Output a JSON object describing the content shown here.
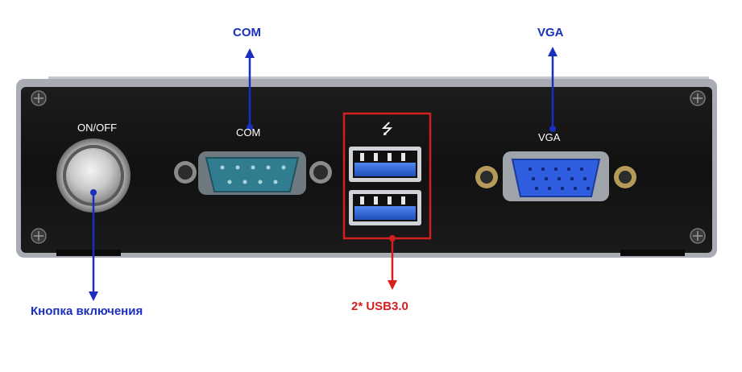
{
  "callouts": {
    "com_top": "COM",
    "vga_top": "VGA",
    "power_button": "Кнопка включения",
    "usb": "2* USB3.0"
  },
  "panel_labels": {
    "on_off": "ON/OFF",
    "com": "COM",
    "vga": "VGA",
    "usb_symbol": "⭍"
  },
  "colors": {
    "callout_blue": "#1a2fbf",
    "highlight_red": "#d41f1f",
    "chassis_black": "#141414",
    "heatsink_gray": "#b8bcc2",
    "usb_blue": "#2a63d6",
    "serial_teal": "#2f7d8f",
    "vga_blue": "#2f5fe0"
  }
}
